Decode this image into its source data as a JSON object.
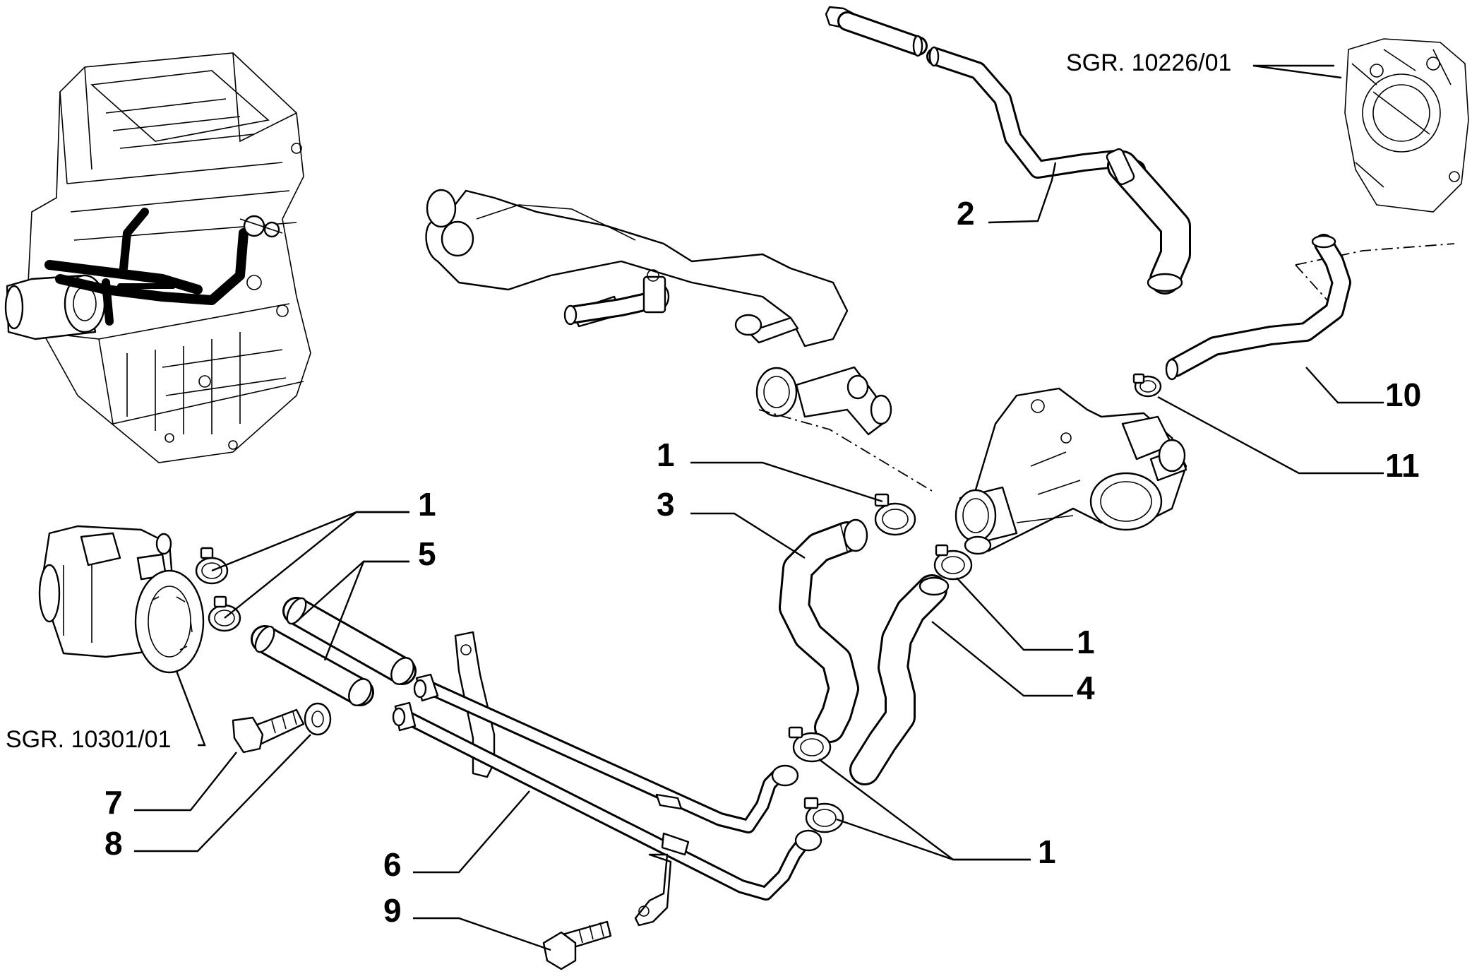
{
  "diagram": {
    "callouts": [
      {
        "id": "c1a",
        "text": "1"
      },
      {
        "id": "c2",
        "text": "2"
      },
      {
        "id": "c3",
        "text": "3"
      },
      {
        "id": "c1b",
        "text": "1"
      },
      {
        "id": "c5",
        "text": "5"
      },
      {
        "id": "c1c",
        "text": "1"
      },
      {
        "id": "c4",
        "text": "4"
      },
      {
        "id": "c10",
        "text": "10"
      },
      {
        "id": "c11",
        "text": "11"
      },
      {
        "id": "c7",
        "text": "7"
      },
      {
        "id": "c8",
        "text": "8"
      },
      {
        "id": "c6",
        "text": "6"
      },
      {
        "id": "c1d",
        "text": "1"
      },
      {
        "id": "c9",
        "text": "9"
      }
    ],
    "references": [
      {
        "id": "ref_top",
        "text": "SGR. 10226/01"
      },
      {
        "id": "ref_left",
        "text": "SGR. 10301/01"
      }
    ]
  }
}
